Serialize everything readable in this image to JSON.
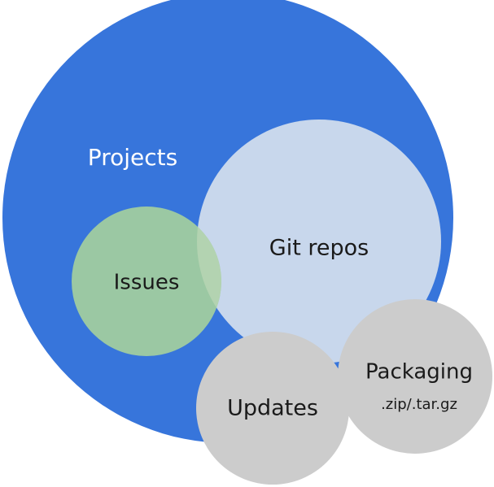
{
  "diagram": {
    "projects": {
      "label": "Projects",
      "fill": "#3775DB",
      "text_color": "#FFFFFF"
    },
    "issues": {
      "label": "Issues",
      "fill": "#9BC8A3",
      "text_color": "#1A1A1A"
    },
    "git_repos": {
      "label": "Git repos",
      "fill": "#C8D7EC",
      "text_color": "#1A1A1A"
    },
    "overlap": {
      "fill": "#B3D3B1"
    },
    "updates": {
      "label": "Updates",
      "fill": "#CCCCCC",
      "text_color": "#1A1A1A"
    },
    "packaging": {
      "label": "Packaging",
      "sublabel": ".zip/.tar.gz",
      "fill": "#CCCCCC",
      "text_color": "#1A1A1A"
    }
  }
}
